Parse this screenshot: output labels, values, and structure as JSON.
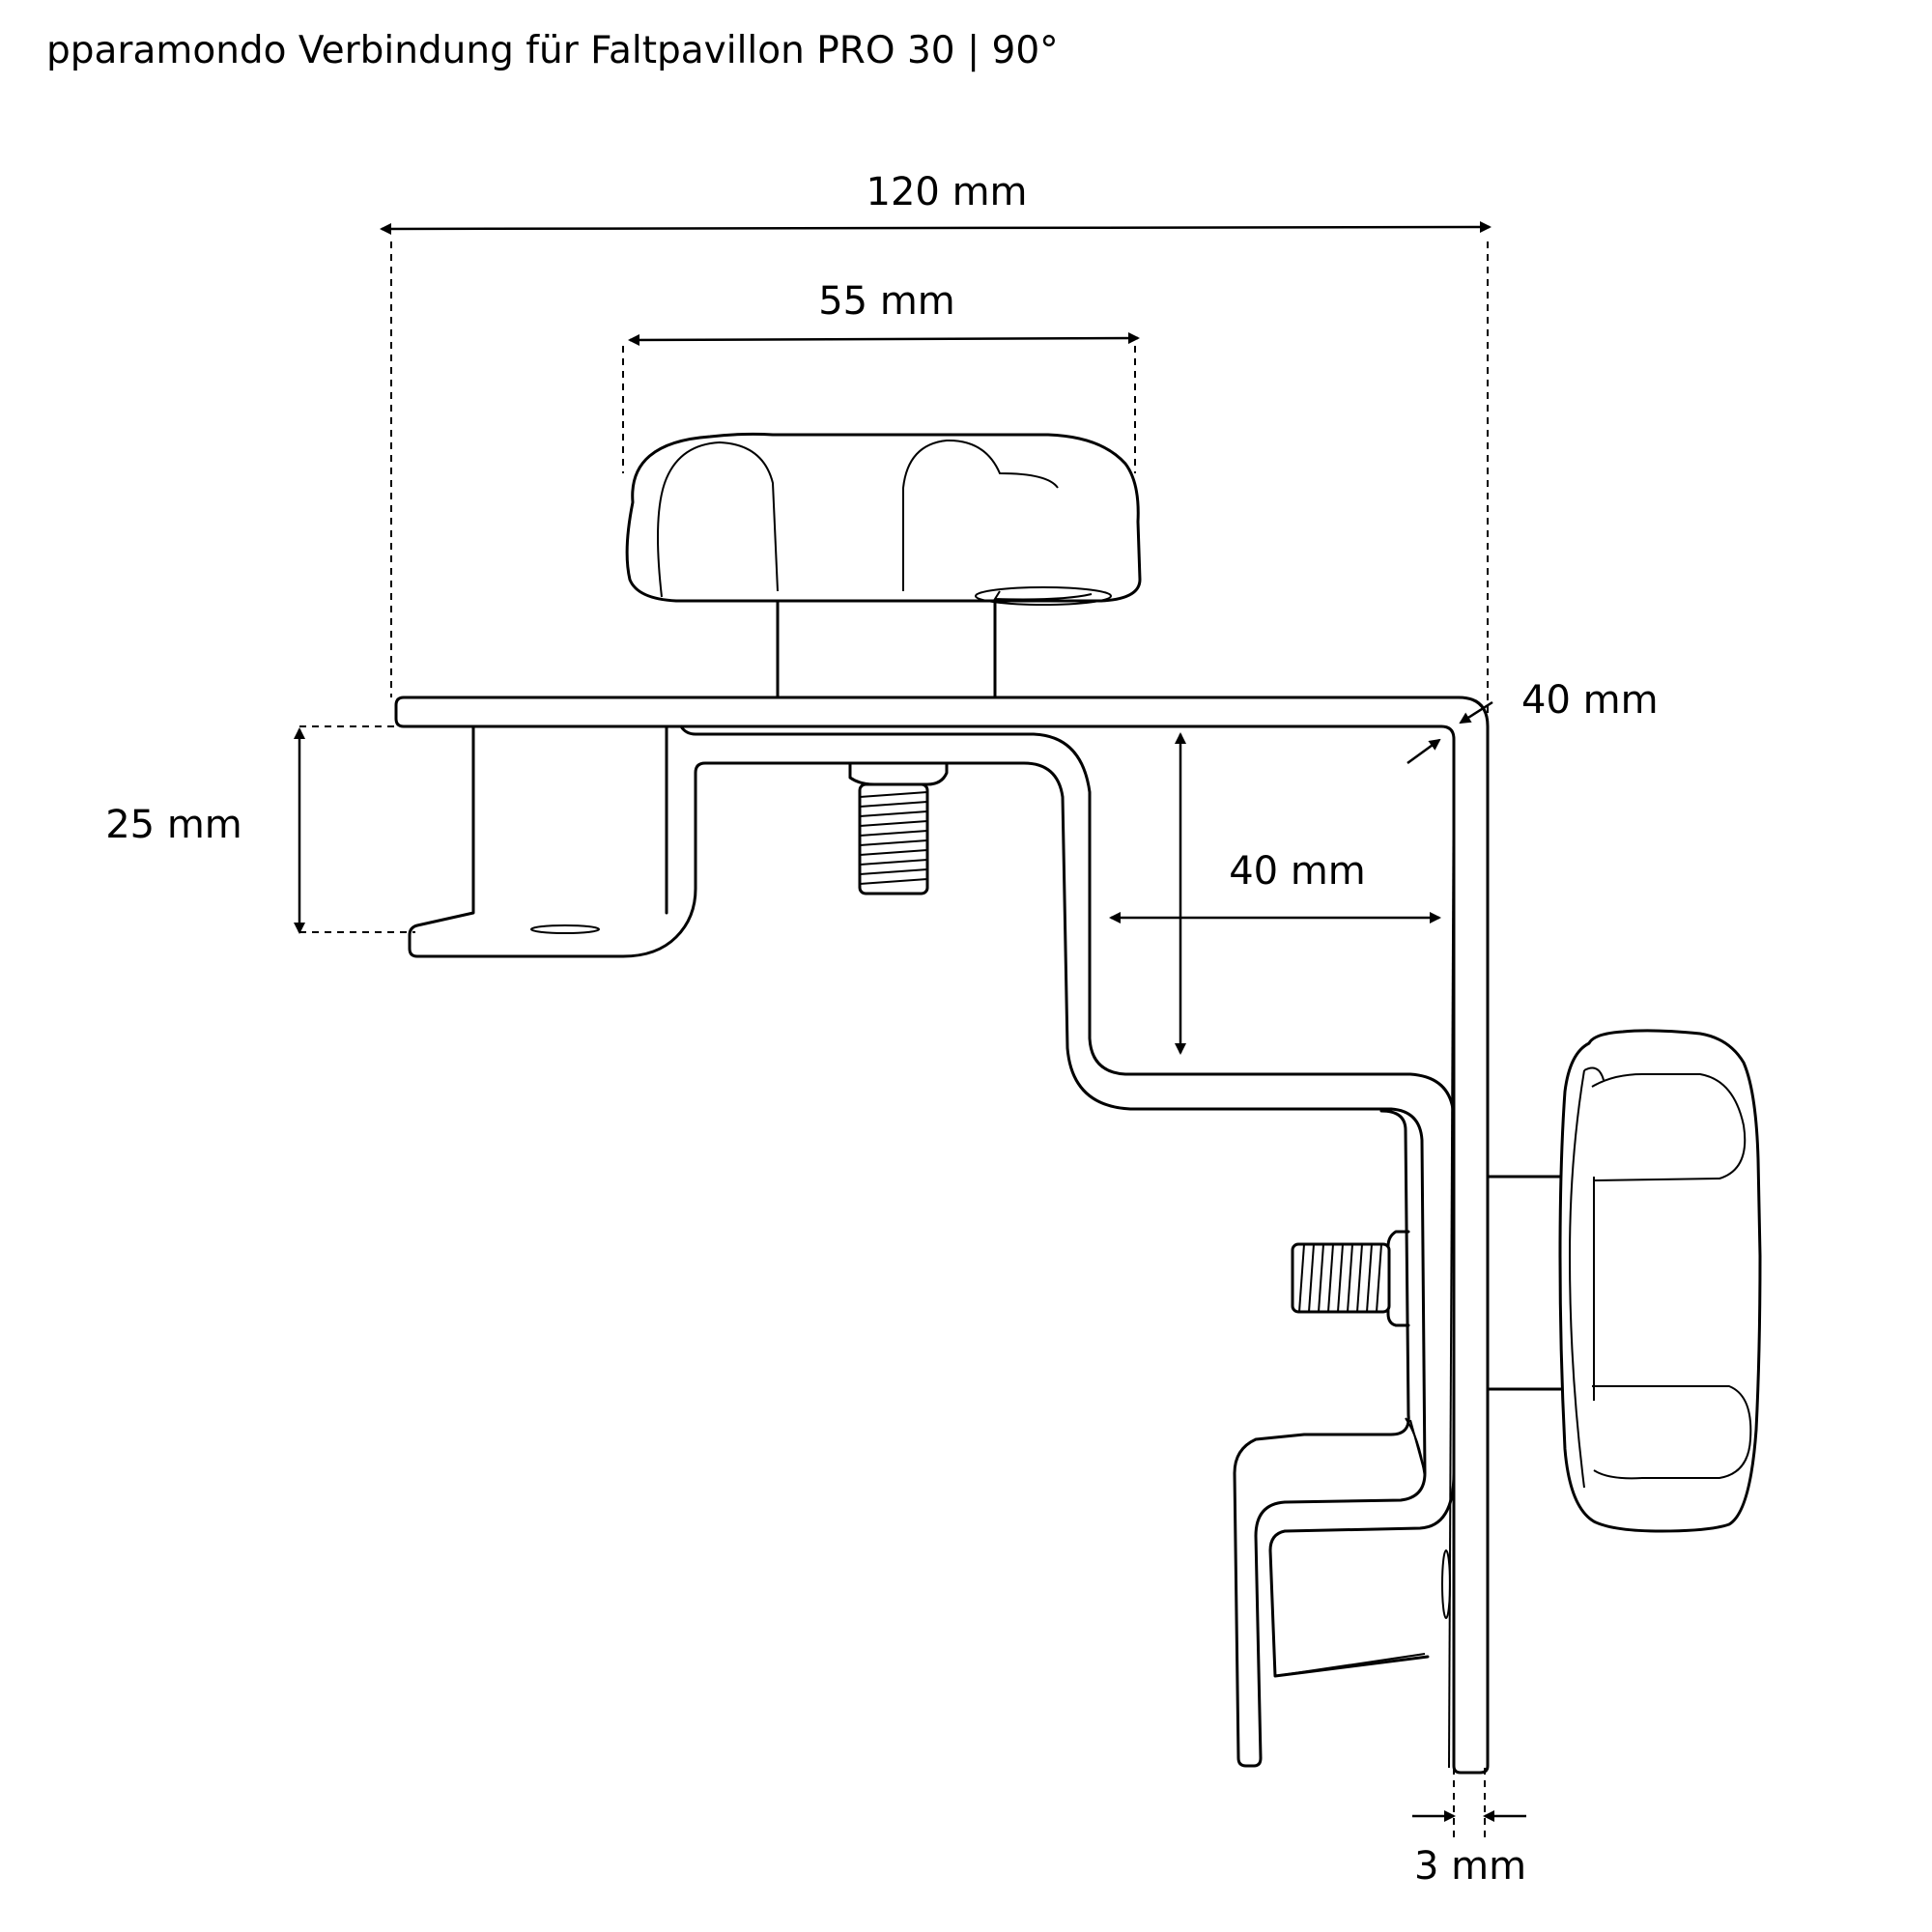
{
  "title": "pparamondo Verbindung für Faltpavillon PRO 30 | 90°",
  "dimensions": {
    "overall_width": "120 mm",
    "knob_width": "55 mm",
    "corner_depth": "40 mm",
    "inner_width": "40 mm",
    "bracket_height": "25 mm",
    "plate_thickness": "3 mm"
  }
}
